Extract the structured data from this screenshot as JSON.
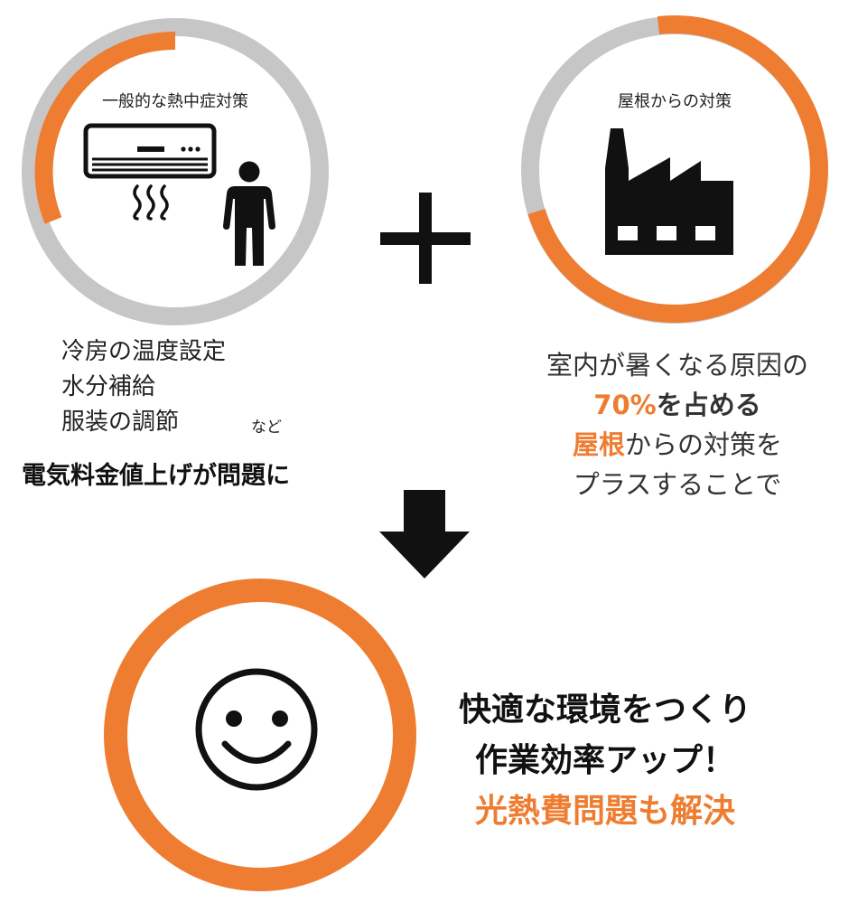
{
  "colors": {
    "accent": "#ee7d31",
    "track": "#c6c6c6",
    "ink": "#111111"
  },
  "left_panel": {
    "title": "一般的な熱中症対策",
    "icons": [
      "air-conditioner-icon",
      "heat-waves-icon",
      "person-icon"
    ],
    "measures": [
      "冷房の温度設定",
      "水分補給",
      "服装の調節"
    ],
    "etc": "など",
    "problem": "電気料金値上げが問題に"
  },
  "right_panel": {
    "title": "屋根からの対策",
    "icons": [
      "factory-icon"
    ],
    "line1": "室内が暑くなる原因の",
    "percent": "70%",
    "line2_suffix": "を占める",
    "roof": "屋根",
    "line3_suffix": "からの対策を",
    "line4": "プラスすることで"
  },
  "operators": {
    "plus": "plus-icon",
    "arrow": "arrow-down-icon"
  },
  "result": {
    "icon": "smiley-face-icon",
    "line1": "快適な環境をつくり",
    "line2": "作業効率アップ！",
    "line3": "光熱費問題も解決"
  }
}
